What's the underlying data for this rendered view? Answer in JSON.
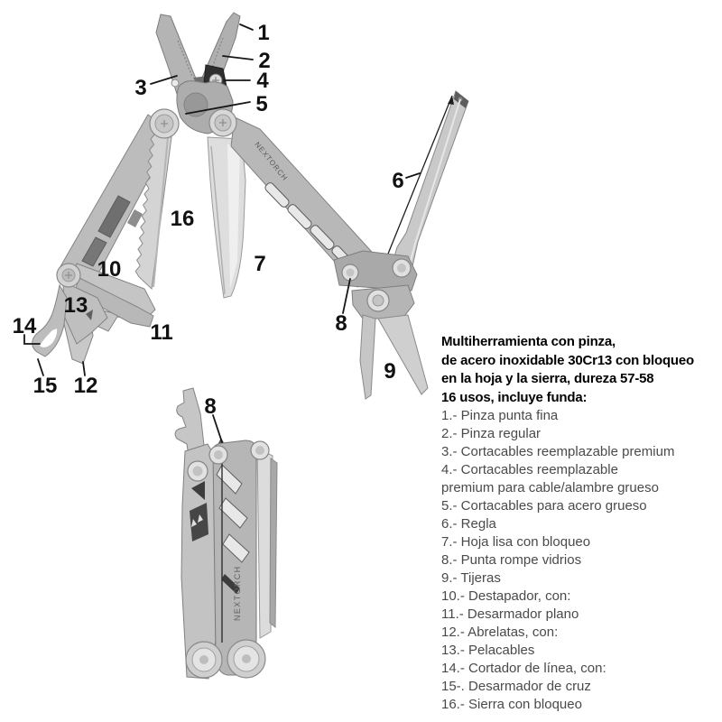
{
  "brand": "NEXTORCH",
  "description": {
    "title_lines": [
      "Multiherramienta con pinza,",
      "de acero inoxidable 30Cr13 con bloqueo",
      "en la hoja y la sierra, dureza 57-58",
      "16 usos, incluye funda:"
    ],
    "items": [
      "1.- Pinza punta fina",
      "2.- Pinza regular",
      "3.- Cortacables reemplazable premium",
      "4.- Cortacables reemplazable",
      "premium para cable/alambre grueso",
      "5.- Cortacables para acero grueso",
      "6.- Regla",
      "7.- Hoja lisa con bloqueo",
      "8.- Punta rompe vidrios",
      "9.- Tijeras",
      "10.- Destapador, con:",
      "11.- Desarmador plano",
      "12.- Abrelatas, con:",
      "13.- Pelacables",
      "14.- Cortador de línea, con:",
      "15-. Desarmador de cruz",
      "16.- Sierra con bloqueo"
    ]
  },
  "callouts": [
    "1",
    "2",
    "3",
    "4",
    "5",
    "6",
    "7",
    "8",
    "9",
    "10",
    "11",
    "12",
    "13",
    "14",
    "15",
    "16",
    "8"
  ],
  "colors": {
    "background": "#ffffff",
    "metal_light": "#dedede",
    "metal_mid": "#bfbfbf",
    "metal_dark": "#8c8c8c",
    "detail_dark": "#3c3c3c",
    "label_text": "#111111",
    "body_text": "#4a4a4a"
  }
}
